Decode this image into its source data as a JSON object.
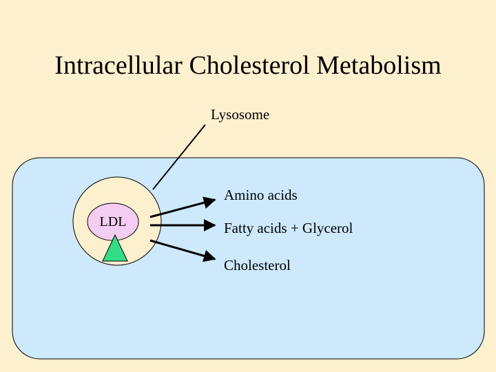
{
  "title": "Intracellular Cholesterol Metabolism",
  "labels": {
    "lysosome": "Lysosome",
    "ldl": "LDL",
    "products": [
      "Amino acids",
      "Fatty acids + Glycerol",
      "Cholesterol"
    ]
  },
  "colors": {
    "background": "#fdf0cf",
    "cell": "#cde9fb",
    "lysosome": "#fdf0cf",
    "ldl": "#f4cdf2",
    "receptor": "#33dd88",
    "outline": "#000000"
  }
}
